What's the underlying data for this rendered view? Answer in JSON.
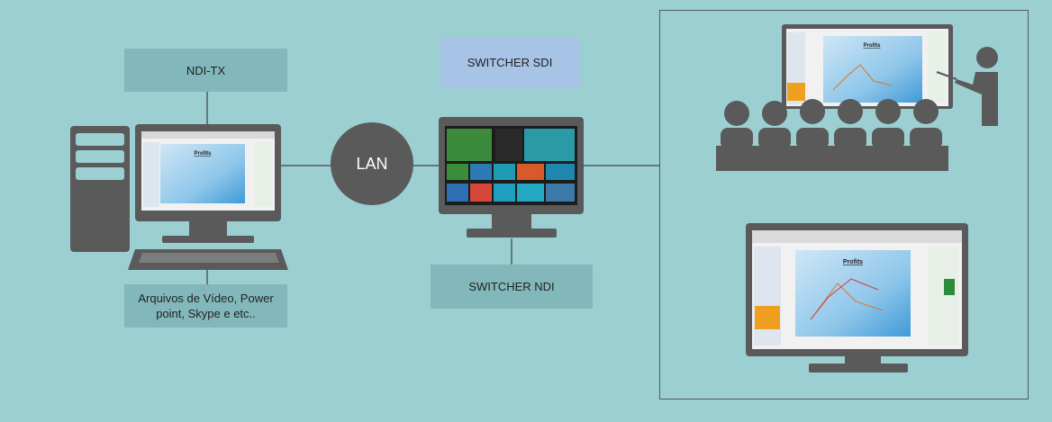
{
  "labels": {
    "ndi_tx": "NDI-TX",
    "switcher_sdi": "SWITCHER SDI",
    "switcher_ndi": "SWITCHER NDI",
    "lan": "LAN",
    "files": "Arquivos de Vídeo, Power point, Skype e etc.."
  },
  "slide": {
    "title": "Profits"
  },
  "colors": {
    "background": "#9ccfd2",
    "device": "#5a5a5a",
    "label_box": "#82b8bb",
    "sdi_box": "#a7c3e5",
    "line": "#4f5d5f"
  }
}
